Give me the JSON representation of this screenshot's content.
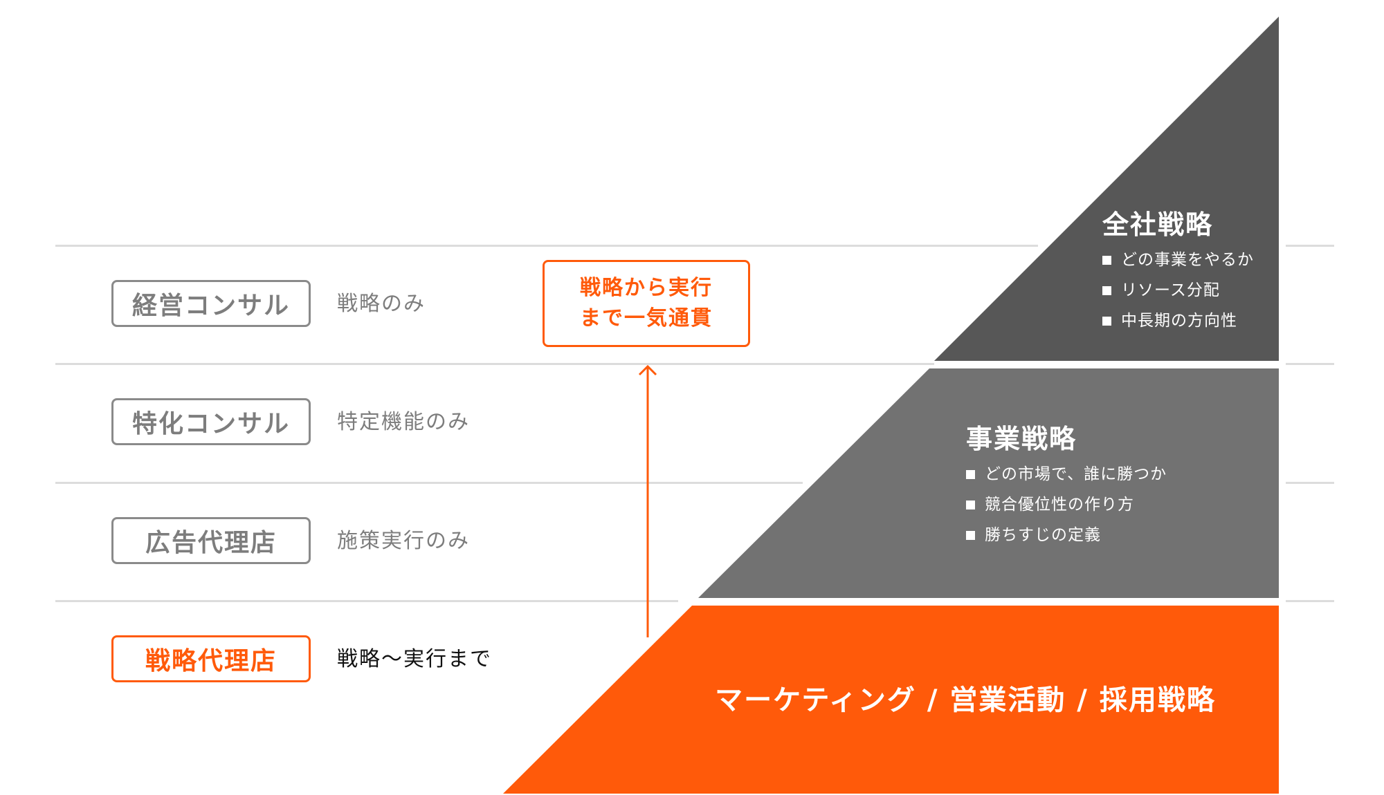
{
  "levels": [
    {
      "tag": "経営コンサル",
      "desc": "戦略のみ",
      "highlight": false
    },
    {
      "tag": "特化コンサル",
      "desc": "特定機能のみ",
      "highlight": false
    },
    {
      "tag": "広告代理店",
      "desc": "施策実行のみ",
      "highlight": false
    },
    {
      "tag": "戦略代理店",
      "desc": "戦略〜実行まで",
      "highlight": true
    }
  ],
  "callout": {
    "line1": "戦略から実行",
    "line2": "まで一気通貫"
  },
  "pyramid": {
    "top": {
      "title": "全社戦略",
      "bullets": [
        "どの事業をやるか",
        "リソース分配",
        "中長期の方向性"
      ]
    },
    "middle": {
      "title": "事業戦略",
      "bullets": [
        "どの市場で、誰に勝つか",
        "競合優位性の作り方",
        "勝ちすじの定義"
      ]
    },
    "base": {
      "title": "マーケティング / 営業活動 / 採用戦略"
    }
  },
  "colors": {
    "accent": "#ff5a0a",
    "top_tier": "#575757",
    "middle_tier": "#727272",
    "gray_text": "#7d7d7d"
  }
}
